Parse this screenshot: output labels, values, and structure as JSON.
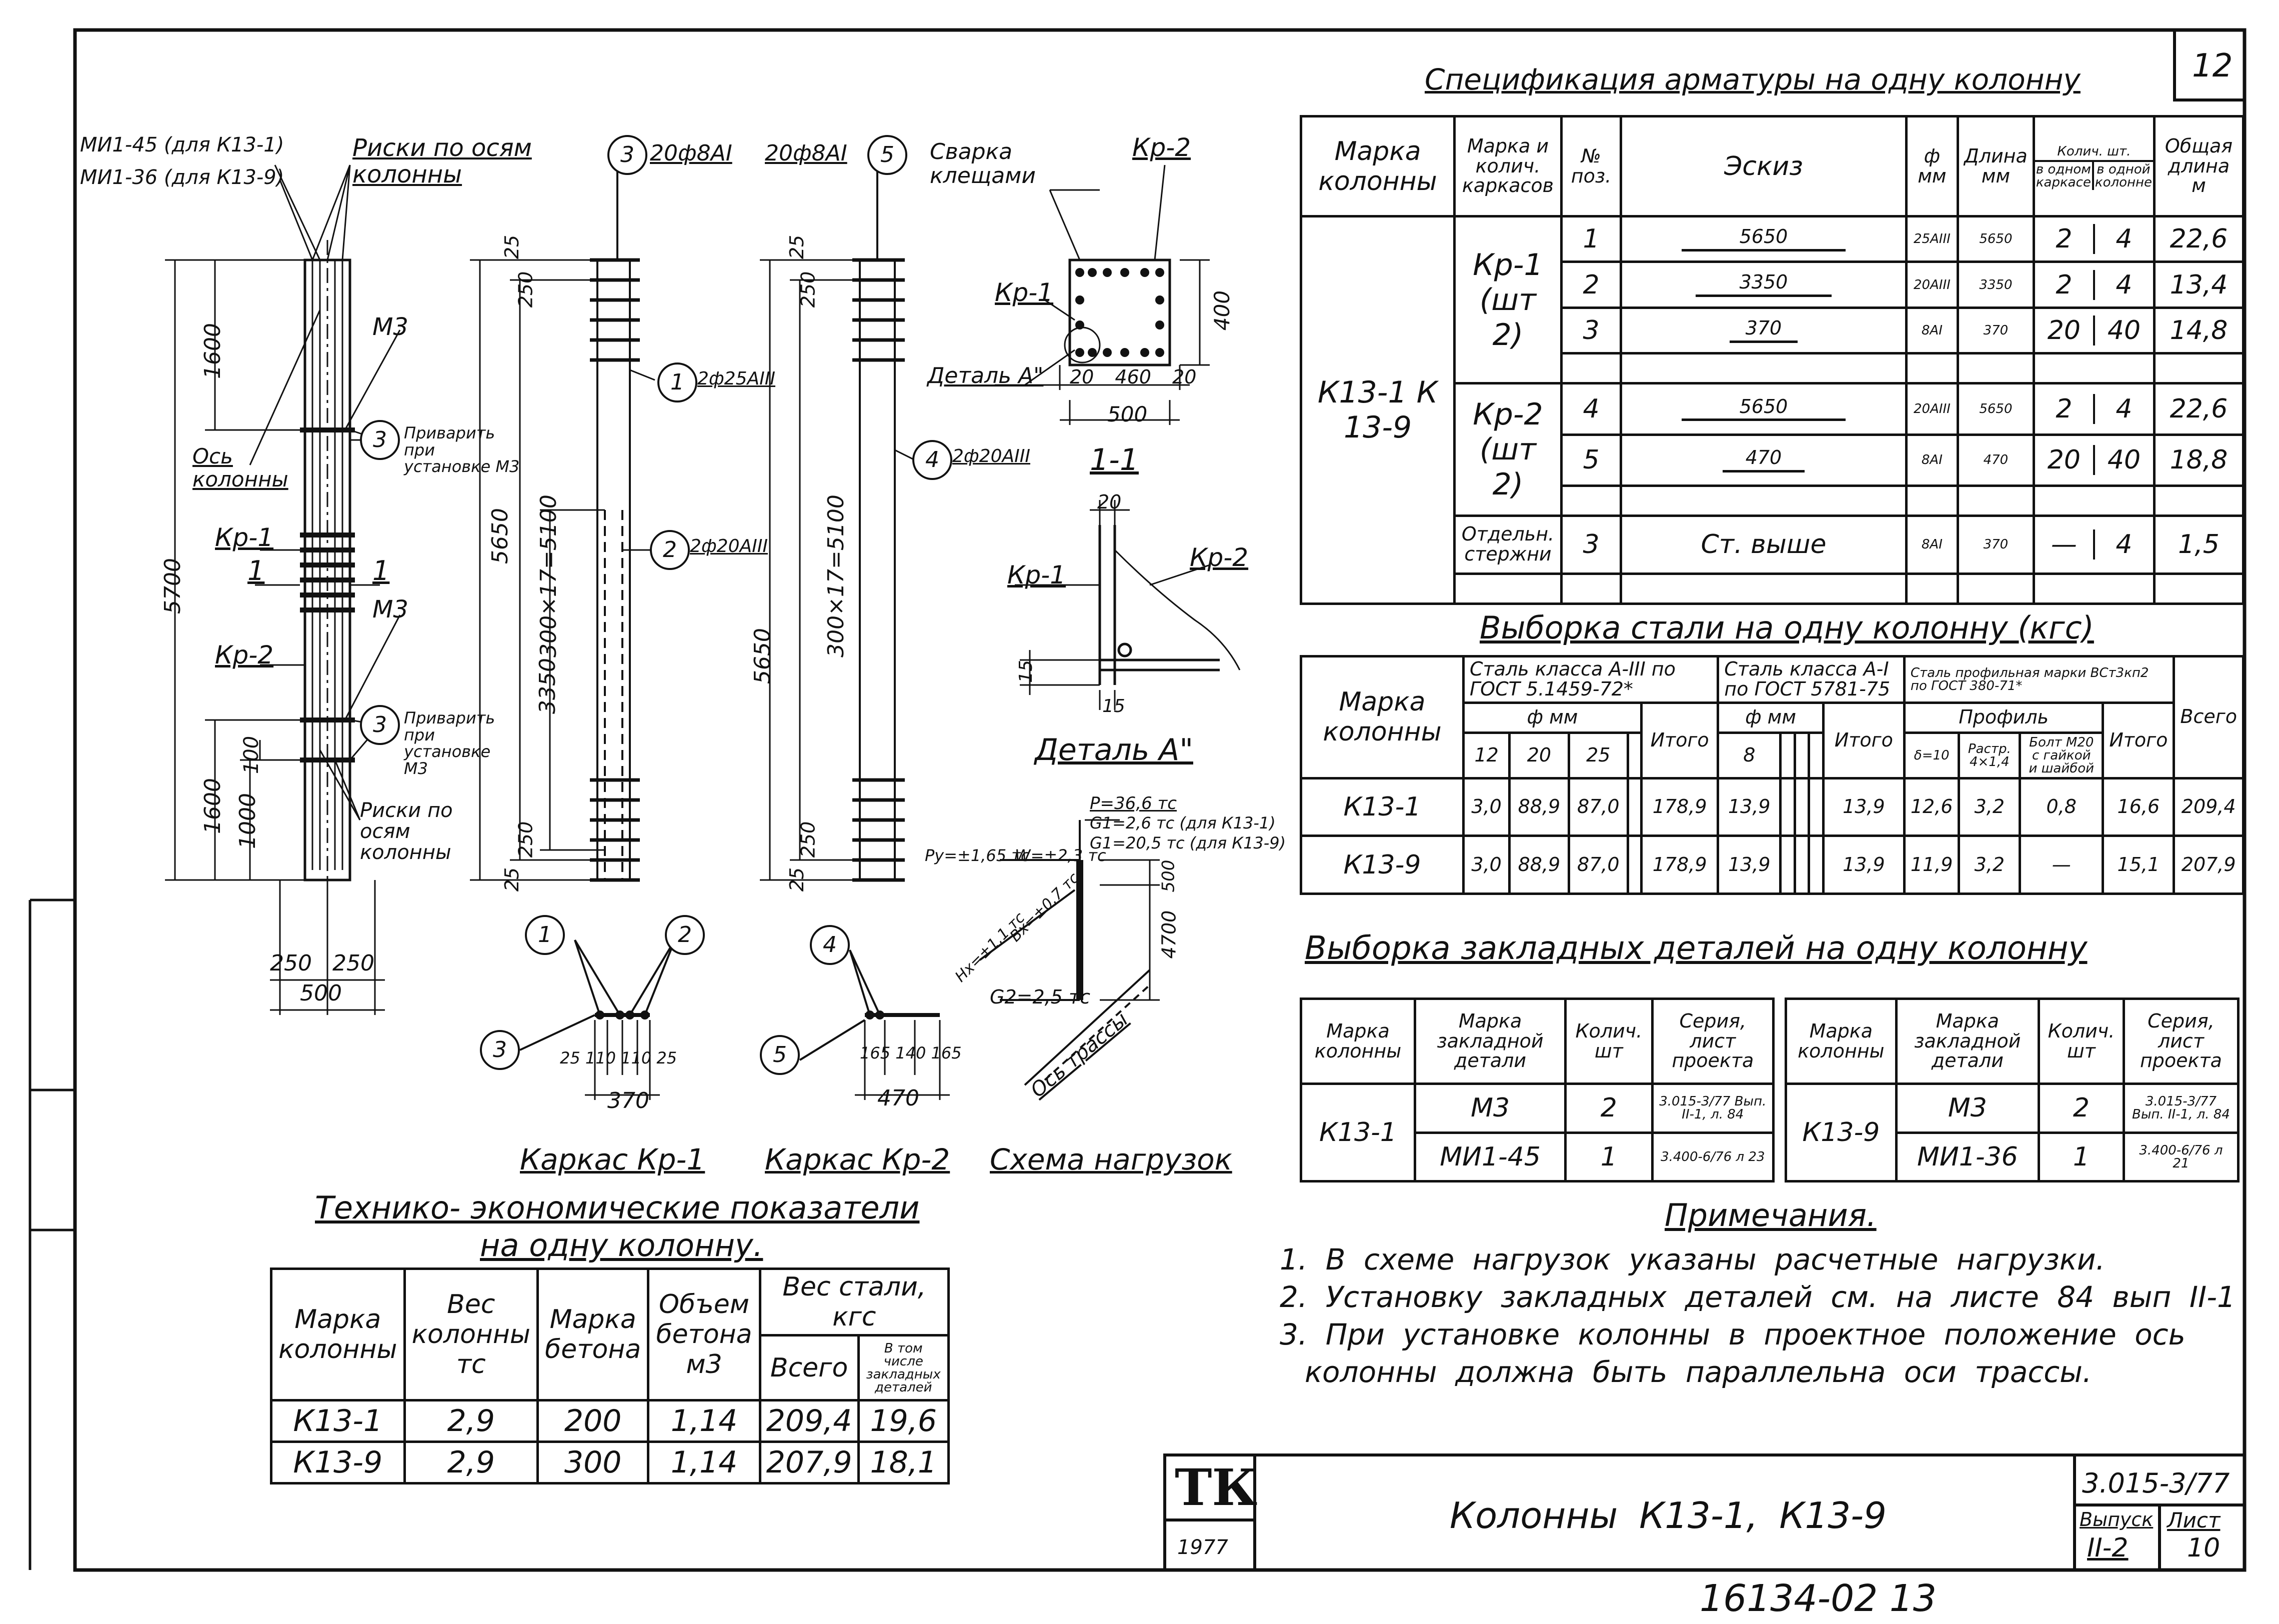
{
  "sheet_no": "12",
  "spec": {
    "title": "Спецификация арматуры на одну колонну",
    "headers": {
      "mark": "Марка колонны",
      "frame_mark": "Марка и колич. каркасов",
      "pos": "№ поз.",
      "sketch": "Эскиз",
      "diam": "ф мм",
      "length": "Длина мм",
      "qty": "Колич. шт.",
      "qty_one_frame": "в одном каркасе",
      "qty_one_col": "в одной колонне",
      "total_len": "Общая длина м"
    },
    "column_marks": "К13-1 К 13-9",
    "frame_kr1": "Кр-1 (шт 2)",
    "frame_kr2": "Кр-2 (шт 2)",
    "frame_sep": "Отдельн. стержни",
    "rows": [
      {
        "pos": "1",
        "sketch": "5650",
        "diam": "25АIII",
        "len": "5650",
        "q1": "2",
        "q2": "4",
        "total": "22,6"
      },
      {
        "pos": "2",
        "sketch": "3350",
        "diam": "20АIII",
        "len": "3350",
        "q1": "2",
        "q2": "4",
        "total": "13,4"
      },
      {
        "pos": "3",
        "sketch": "370",
        "diam": "8АI",
        "len": "370",
        "q1": "20",
        "q2": "40",
        "total": "14,8"
      },
      {
        "pos": "4",
        "sketch": "5650",
        "diam": "20АIII",
        "len": "5650",
        "q1": "2",
        "q2": "4",
        "total": "22,6"
      },
      {
        "pos": "5",
        "sketch": "470",
        "diam": "8АI",
        "len": "470",
        "q1": "20",
        "q2": "40",
        "total": "18,8"
      },
      {
        "pos": "3",
        "sketch": "Ст. выше",
        "diam": "8АI",
        "len": "370",
        "q1": "—",
        "q2": "4",
        "total": "1,5"
      }
    ]
  },
  "steel": {
    "title": "Выборка стали на одну колонну (кгс)",
    "h_mark": "Марка колонны",
    "h_a3": "Сталь класса А-III по ГОСТ 5.1459-72*",
    "h_a1": "Сталь класса А-I по ГОСТ 5781-75",
    "h_prof": "Сталь профильная марки ВСт3кп2 по ГОСТ 380-71*",
    "h_fmm": "ф мм",
    "h_profile": "Профиль",
    "h_itogo": "Итого",
    "h_vsego": "Всего",
    "d12": "12",
    "d20": "20",
    "d25": "25",
    "d8": "8",
    "p1": "δ=10",
    "p2": "Растр. 4×1,4",
    "p3": "Болт М20 с гайкой и шайбой",
    "rows": [
      {
        "mark": "К13-1",
        "c12": "3,0",
        "c20": "88,9",
        "c25": "87,0",
        "it1": "178,9",
        "c8": "13,9",
        "it2": "13,9",
        "pa": "12,6",
        "pb": "3,2",
        "pc": "0,8",
        "it3": "16,6",
        "all": "209,4"
      },
      {
        "mark": "К13-9",
        "c12": "3,0",
        "c20": "88,9",
        "c25": "87,0",
        "it1": "178,9",
        "c8": "13,9",
        "it2": "13,9",
        "pa": "11,9",
        "pb": "3,2",
        "pc": "—",
        "it3": "15,1",
        "all": "207,9"
      }
    ]
  },
  "embed": {
    "title": "Выборка закладных деталей на одну колонну",
    "h_mark": "Марка колонны",
    "h_detail": "Марка закладной детали",
    "h_qty": "Колич. шт",
    "h_series": "Серия, лист проекта",
    "left": {
      "mark": "К13-1",
      "rows": [
        {
          "d": "М3",
          "q": "2",
          "s": "3.015-3/77 Вып. II-1, л. 84"
        },
        {
          "d": "МИ1-45",
          "q": "1",
          "s": "3.400-6/76 л 23"
        }
      ]
    },
    "right": {
      "mark": "К13-9",
      "rows": [
        {
          "d": "М3",
          "q": "2",
          "s": "3.015-3/77 Вып. II-1, л. 84"
        },
        {
          "d": "МИ1-36",
          "q": "1",
          "s": "3.400-6/76 л 21"
        }
      ]
    }
  },
  "notes": {
    "title": "Примечания.",
    "items": [
      "1. В схеме нагрузок указаны расчетные нагрузки.",
      "2. Установку закладных деталей см. на листе 84 вып II-1",
      "3. При установке колонны в проектное положение ось",
      "колонны должна быть параллельна оси трассы."
    ]
  },
  "tech": {
    "title1": "Технико- экономические показатели",
    "title2": "на одну колонну.",
    "h_mark": "Марка колонны",
    "h_weight": "Вес колонны тс",
    "h_concrete": "Марка бетона",
    "h_volume": "Объем бетона м3",
    "h_steel": "Вес стали, кгс",
    "h_total": "Всего",
    "h_incl": "В том числе закладных деталей",
    "rows": [
      {
        "mark": "К13-1",
        "w": "2,9",
        "c": "200",
        "v": "1,14",
        "t": "209,4",
        "i": "19,6"
      },
      {
        "mark": "К13-9",
        "w": "2,9",
        "c": "300",
        "v": "1,14",
        "t": "207,9",
        "i": "18,1"
      }
    ]
  },
  "stamp": {
    "logo": "ТК",
    "year": "1977",
    "title": "Колонны К13-1, К13-9",
    "series": "3.015-3/77",
    "issue_label": "Выпуск",
    "issue": "II-2",
    "sheet_label": "Лист",
    "sheet": "10"
  },
  "inventory": "16134-02 13",
  "drawing": {
    "l_mi145": "МИ1-45 (для К13-1)",
    "l_mi136": "МИ1-36 (для К13-9)",
    "l_risks": "Риски по осям колонны",
    "l_m3a": "М3",
    "l_axis": "Ось колонны",
    "l_weld1": "Приварить при установке М3",
    "l_kr1": "Кр-1",
    "l_one": "1",
    "l_m3b": "М3",
    "l_kr2": "Кр-2",
    "l_weld2": "Приварить при установке М3",
    "l_risks2": "Риски по осям колонны",
    "d5700": "5700",
    "d1600a": "1600",
    "d1600b": "1600",
    "d1000": "1000",
    "d100": "100",
    "d250a": "250",
    "d250b": "250",
    "d500": "500",
    "kr1_top": "20ф8АI",
    "kr2_top": "20ф8АI",
    "kr1_bar1": "2ф25АIII",
    "kr1_bar2": "2ф20АIII",
    "kr2_bar4": "2ф20АIII",
    "d5650": "5650",
    "d300": "300×17=5100",
    "d3350": "3350",
    "d250c": "250",
    "d25": "25",
    "weld_clamps": "Сварка клещами",
    "detail_a": "Деталь А\"",
    "sec_dims": "20 460 20",
    "sec_500": "500",
    "sec_400": "400",
    "sec11": "1-1",
    "kr1_sec_dims": "25 110 110 25",
    "kr1_sec_370": "370",
    "kr2_sec_dims": "165 140 165",
    "kr2_sec_470": "470",
    "caption_kr1": "Каркас Кр-1",
    "caption_kr2": "Каркас Кр-2",
    "caption_loads": "Схема нагрузок",
    "loads": {
      "p": "Р=36,6 тс",
      "g1a": "G1=2,6 тс (для К13-1)",
      "g1b": "G1=20,5 тс (для К13-9)",
      "py": "Ру=±1,65 тс",
      "w": "W=±2,3 тс",
      "hx": "Нх=±1,1 тс",
      "bx": "Вх=±0,7 тс",
      "g2": "G2=2,5 тс",
      "d4700": "4700",
      "d500": "500",
      "axis": "Ось трассы"
    },
    "det_20": "20",
    "det_15a": "15",
    "det_15b": "15"
  }
}
